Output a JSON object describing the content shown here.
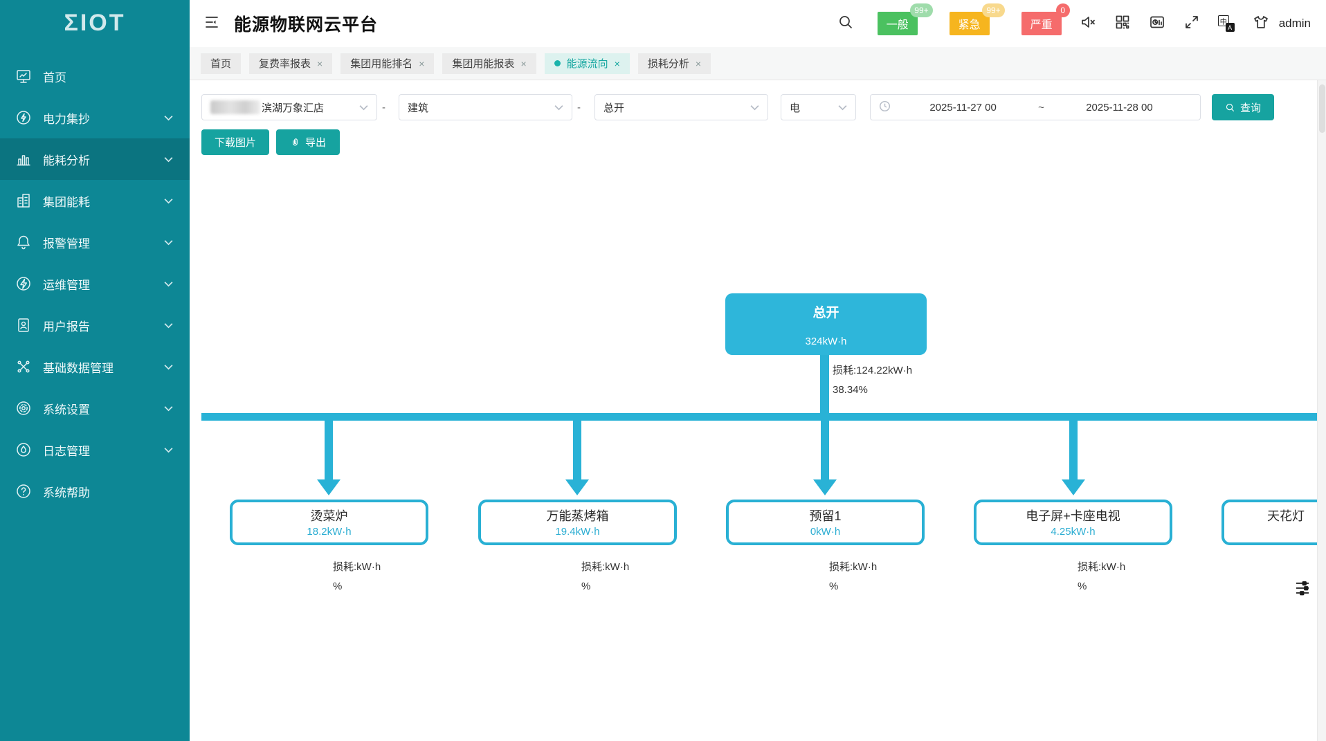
{
  "sidebar": {
    "logo": "ΣIOT",
    "items": [
      {
        "label": "首页"
      },
      {
        "label": "电力集抄"
      },
      {
        "label": "能耗分析"
      },
      {
        "label": "集团能耗"
      },
      {
        "label": "报警管理"
      },
      {
        "label": "运维管理"
      },
      {
        "label": "用户报告"
      },
      {
        "label": "基础数据管理"
      },
      {
        "label": "系统设置"
      },
      {
        "label": "日志管理"
      },
      {
        "label": "系统帮助"
      }
    ]
  },
  "header": {
    "title": "能源物联网云平台",
    "user": "admin",
    "badges": [
      {
        "label": "一般",
        "count": "99+",
        "color": "#4bc160"
      },
      {
        "label": "紧急",
        "count": "99+",
        "color": "#f6b51f"
      },
      {
        "label": "严重",
        "count": "0",
        "color": "#f56c6c"
      }
    ]
  },
  "tabs": [
    {
      "label": "首页"
    },
    {
      "label": "复费率报表",
      "close": "×"
    },
    {
      "label": "集团用能排名",
      "close": "×"
    },
    {
      "label": "集团用能报表",
      "close": "×"
    },
    {
      "label": "能源流向",
      "close": "×",
      "active": true
    },
    {
      "label": "损耗分析",
      "close": "×"
    }
  ],
  "filters": {
    "site": {
      "value": "滨湖万象汇店",
      "redacted_prefix": true
    },
    "sep1": "-",
    "level": {
      "value": "建筑"
    },
    "sep2": "-",
    "node": {
      "value": "总开"
    },
    "energy": {
      "value": "电"
    },
    "date_start": "2025-11-27 00",
    "date_sep": "~",
    "date_end": "2025-11-28 00",
    "query_label": "查询"
  },
  "toolbar": {
    "download_label": "下载图片",
    "export_label": "导出"
  },
  "flow": {
    "root": {
      "name": "总开",
      "value": "324kW·h",
      "loss": "损耗:124.22kW·h",
      "loss_pct": "38.34%"
    },
    "children": [
      {
        "name": "烫菜炉",
        "value": "18.2kW·h",
        "loss": "损耗:kW·h",
        "loss_pct": "%"
      },
      {
        "name": "万能蒸烤箱",
        "value": "19.4kW·h",
        "loss": "损耗:kW·h",
        "loss_pct": "%"
      },
      {
        "name": "预留1",
        "value": "0kW·h",
        "loss": "损耗:kW·h",
        "loss_pct": "%"
      },
      {
        "name": "电子屏+卡座电视",
        "value": "4.25kW·h",
        "loss": "损耗:kW·h",
        "loss_pct": "%"
      },
      {
        "name": "天花灯",
        "value": ""
      }
    ]
  },
  "colors": {
    "sidebar_teal": "#0d8795",
    "accent_teal": "#16a3a0",
    "diagram_cyan": "#29b2d6",
    "badge_green": "#4bc160",
    "badge_yellow": "#f6b51f",
    "badge_red": "#f56c6c"
  }
}
